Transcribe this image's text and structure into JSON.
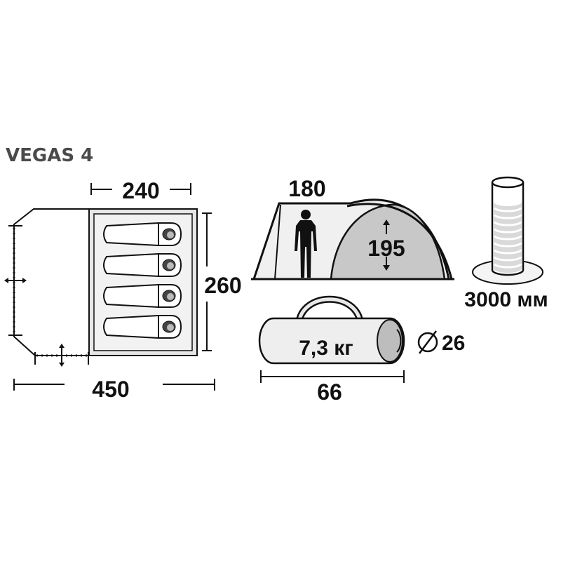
{
  "product": {
    "model_name": "VEGAS 4"
  },
  "floor_plan": {
    "inner_width": "240",
    "inner_depth": "260",
    "total_length": "450",
    "sleeping_places": 4
  },
  "side_view": {
    "vestibule_height": "180",
    "inner_height": "195"
  },
  "water_column": {
    "value": "3000 мм"
  },
  "packed": {
    "weight": "7,3 кг",
    "length": "66",
    "diameter": "26"
  },
  "colors": {
    "line": "#111111",
    "fill_light": "#e8e8e8",
    "fill_mid": "#c8c8c8",
    "title": "#4a4a4a"
  }
}
